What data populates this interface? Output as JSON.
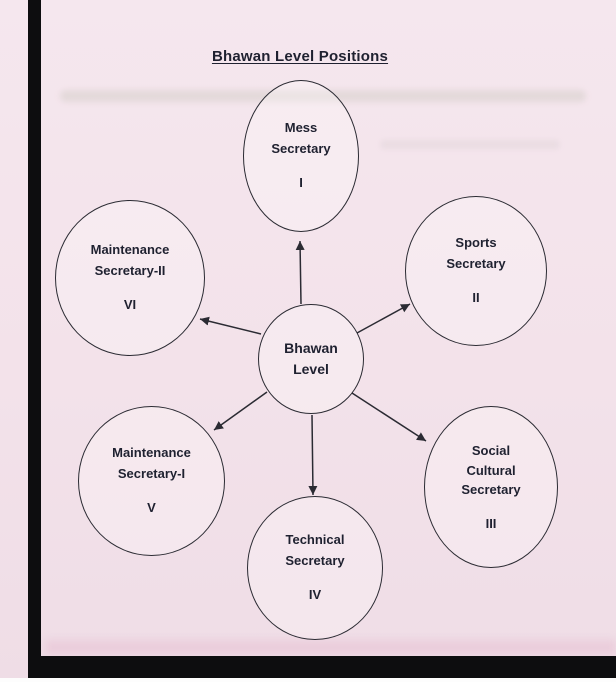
{
  "title": "Bhawan Level Positions",
  "center_node": {
    "line1": "Bhawan",
    "line2": "Level"
  },
  "nodes": {
    "mess": {
      "line1": "Mess",
      "line2": "Secretary",
      "numeral": "I"
    },
    "sports": {
      "line1": "Sports",
      "line2": "Secretary",
      "numeral": "II"
    },
    "social": {
      "line1": "Social",
      "line2": "Cultural",
      "line3": "Secretary",
      "numeral": "III"
    },
    "technical": {
      "line1": "Technical",
      "line2": "Secretary",
      "numeral": "IV"
    },
    "maintenance1": {
      "line1": "Maintenance",
      "line2": "Secretary-I",
      "numeral": "V"
    },
    "maintenance2": {
      "line1": "Maintenance",
      "line2": "Secretary-II",
      "numeral": "VI"
    }
  }
}
